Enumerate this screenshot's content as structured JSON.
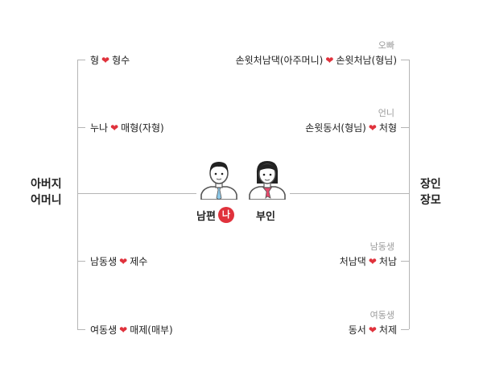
{
  "left": {
    "parents_line1": "아버지",
    "parents_line2": "어머니",
    "rows": [
      {
        "a": "형",
        "b": "형수"
      },
      {
        "a": "누나",
        "b": "매형(자형)"
      },
      {
        "a": "남동생",
        "b": "제수"
      },
      {
        "a": "여동생",
        "b": "매제(매부)"
      }
    ]
  },
  "right": {
    "parents_line1": "장인",
    "parents_line2": "장모",
    "rows": [
      {
        "label": "오빠",
        "a": "손윗처남댁(아주머니)",
        "b": "손윗처남(형님)"
      },
      {
        "label": "언니",
        "a": "손윗동서(형님)",
        "b": "처형"
      },
      {
        "label": "남동생",
        "a": "처남댁",
        "b": "처남"
      },
      {
        "label": "여동생",
        "a": "동서",
        "b": "처제"
      }
    ]
  },
  "center": {
    "husband": "남편",
    "me": "나",
    "wife": "부인"
  },
  "colors": {
    "heart": "#e0323c",
    "line": "#b5b5b5",
    "badge": "#e0323c"
  },
  "icons": {
    "heart": "heart-icon",
    "husband": "man-avatar-icon",
    "wife": "woman-avatar-icon"
  }
}
